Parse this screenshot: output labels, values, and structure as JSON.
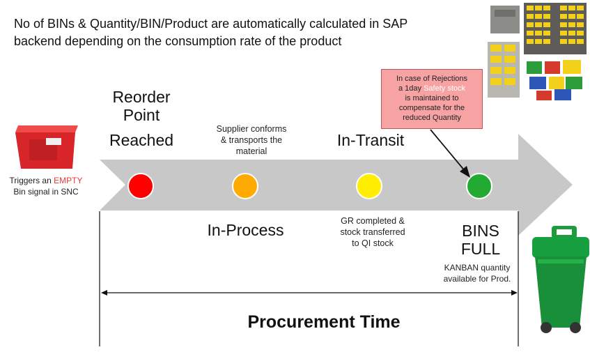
{
  "headline": {
    "line1": "No of BINs & Quantity/BIN/Product are automatically calculated in SAP",
    "line2": "backend depending on the consumption rate of the product"
  },
  "trigger": {
    "prefix": "Triggers an ",
    "highlight": "EMPTY",
    "line2": "Bin signal in SNC",
    "highlight_color": "#e03b3b"
  },
  "stages": [
    {
      "id": "reorder",
      "title_lines": [
        "Reorder",
        "Point",
        "Reached"
      ],
      "color": "#ff0000"
    },
    {
      "id": "supplier",
      "note_lines": [
        "Supplier conforms",
        "& transports the",
        "material"
      ],
      "title": "In-Process",
      "color": "#ffaa00"
    },
    {
      "id": "transit",
      "title": "In-Transit",
      "note_lines": [
        "GR completed &",
        "stock transferred",
        "to QI stock"
      ],
      "color": "#ffee00"
    },
    {
      "id": "full",
      "title_lines": [
        "BINS",
        "FULL"
      ],
      "note_lines": [
        "KANBAN quantity",
        "available for Prod."
      ],
      "color": "#22aa33"
    }
  ],
  "callout": {
    "line1": "In case of Rejections",
    "line2_prefix": "a 1day ",
    "line2_highlight": "Safety stock",
    "line3": "is maintained to",
    "line4": "compensate for the",
    "line5": "reduced Quantity",
    "bg_color": "#f7a3a3"
  },
  "procurement_label": "Procurement Time",
  "colors": {
    "arrow": "#c8c8c8"
  }
}
